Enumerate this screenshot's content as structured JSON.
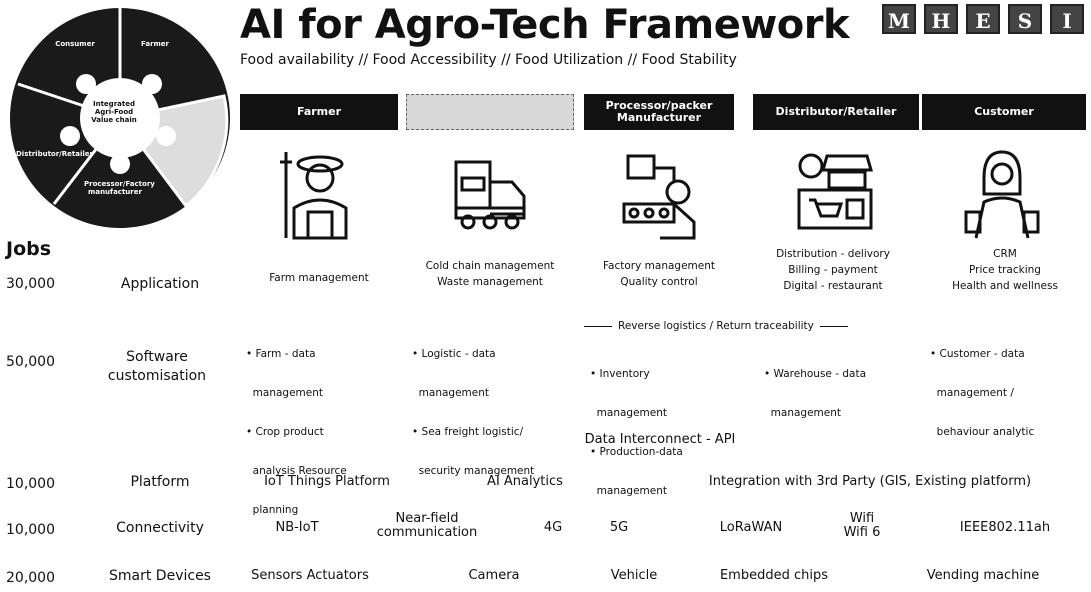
{
  "title": "AI for Agro-Tech Framework",
  "subtitle": "Food availability // Food Accessibility // Food Utilization  // Food Stability",
  "logos": [
    "M",
    "H",
    "E",
    "S",
    "I"
  ],
  "logo_caption": "",
  "wheel": {
    "center": "Integrated Agri-Food Value chain",
    "segments": [
      "Consumer",
      "Farmer",
      "",
      "Processor/Factory manufacturer",
      "Distributor/Retailer"
    ]
  },
  "columns": [
    {
      "label": "Farmer",
      "style": "dark"
    },
    {
      "label": "",
      "style": "light"
    },
    {
      "label": "Processor/packer Manufacturer",
      "style": "dark"
    },
    {
      "label": "Distributor/Retailer",
      "style": "dark"
    },
    {
      "label": "Customer",
      "style": "dark"
    }
  ],
  "icons": [
    "farmer-icon",
    "truck-icon",
    "factory-icon",
    "store-icon",
    "customer-icon"
  ],
  "jobs_header": "Jobs",
  "rows": {
    "application": {
      "jobs": "30,000",
      "label": "Application",
      "cells": [
        [
          "Farm management"
        ],
        [
          "Cold chain management",
          "Waste management"
        ],
        [
          "Factory management",
          "Quality control"
        ],
        [
          "Distribution - delivory",
          "Billing - payment",
          "Digital - restaurant"
        ],
        [
          "CRM",
          "Price tracking",
          "Health and wellness"
        ]
      ]
    },
    "software": {
      "jobs": "50,000",
      "label_line1": "Software",
      "label_line2": "customisation",
      "reverse_logistics": "Reverse logistics / Return traceability",
      "cells": [
        [
          "• Farm - data",
          "  management",
          "• Crop product",
          "  analysis Resource",
          "  planning"
        ],
        [
          "• Logistic - data",
          "  management",
          "• Sea freight logistic/",
          "  security management"
        ],
        [
          "• Inventory",
          "  management",
          "• Production-data",
          "  management"
        ],
        [
          "• Warehouse - data",
          "  management"
        ],
        [
          "• Customer - data",
          "  management /",
          "  behaviour analytic"
        ]
      ]
    },
    "data_interconnect": "Data Interconnect - API",
    "platform": {
      "jobs": "10,000",
      "label": "Platform",
      "items": [
        "IoT Things Platform",
        "AI Analytics",
        "Integration with 3rd Party (GIS, Existing platform)"
      ]
    },
    "connectivity": {
      "jobs": "10,000",
      "label": "Connectivity",
      "items": [
        "NB-IoT",
        "Near-field communication",
        "4G",
        "5G",
        "LoRaWAN",
        "Wifi Wifi 6",
        "IEEE802.11ah"
      ]
    },
    "devices": {
      "jobs": "20,000",
      "label": "Smart Devices",
      "items": [
        "Sensors Actuators",
        "Camera",
        "Vehicle",
        "Embedded chips",
        "Vending machine"
      ]
    }
  }
}
